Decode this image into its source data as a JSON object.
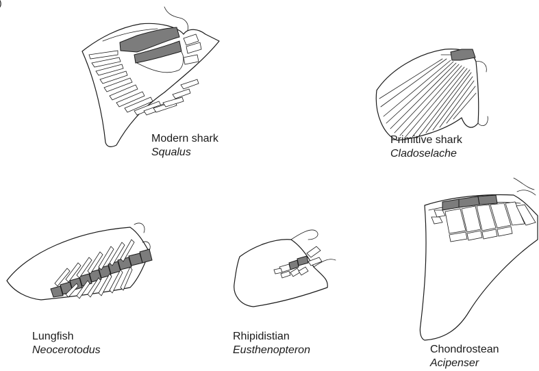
{
  "panel_letter": ")",
  "fins": [
    {
      "id": "modern-shark",
      "common_name": "Modern shark",
      "scientific_name": "Squalus"
    },
    {
      "id": "primitive-shark",
      "common_name": "Primitive shark",
      "scientific_name": "Cladoselache"
    },
    {
      "id": "lungfish",
      "common_name": "Lungfish",
      "scientific_name": "Neocerotodus"
    },
    {
      "id": "rhipidistian",
      "common_name": "Rhipidistian",
      "scientific_name": "Eusthenopteron"
    },
    {
      "id": "chondrostean",
      "common_name": "Chondrostean",
      "scientific_name": "Acipenser"
    }
  ],
  "colors": {
    "outline": "#1a1a1a",
    "basal_bone": "#7c7c7c",
    "background": "#ffffff"
  }
}
